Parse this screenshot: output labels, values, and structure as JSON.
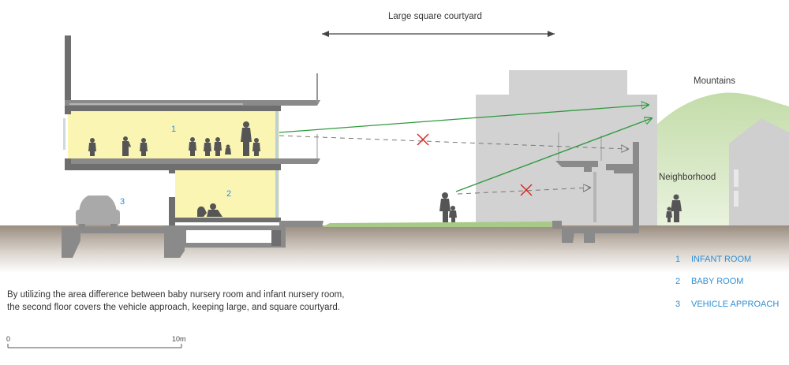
{
  "labels": {
    "courtyard": "Large square courtyard",
    "mountains": "Mountains",
    "neighborhood": "Neighborhood"
  },
  "room_numbers": [
    "1",
    "2",
    "3"
  ],
  "legend": [
    {
      "num": "1",
      "text": "INFANT ROOM"
    },
    {
      "num": "2",
      "text": "BABY ROOM"
    },
    {
      "num": "3",
      "text": "VEHICLE APPROACH"
    }
  ],
  "caption": {
    "line1": "By utilizing the area difference between baby nursery room and infant nursery room,",
    "line2": "the second floor covers the vehicle approach, keeping large, and square courtyard."
  },
  "scale": {
    "start": "0",
    "end": "10m"
  },
  "colors": {
    "room_fill": "#fbf5b4",
    "structure": "#6e6e6e",
    "ground": "#9a8d80",
    "building_bg": "#d4d4d4",
    "mountain": "#c8e0b0",
    "grass": "#a9c989",
    "sightline_clear": "#2f9a3c",
    "sightline_blocked": "#666666",
    "cross_mark": "#e02020",
    "accent_text": "#2e8fd6"
  }
}
